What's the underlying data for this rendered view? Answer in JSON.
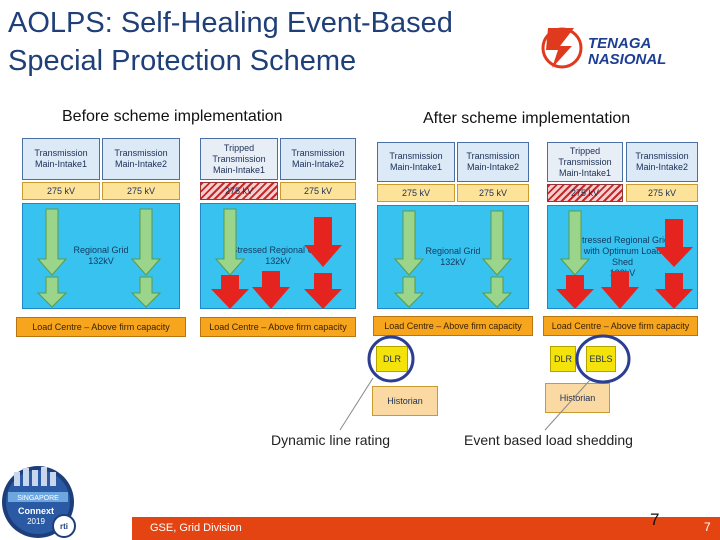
{
  "title": {
    "line1": "AOLPS: Self-Healing Event-Based",
    "line2": "Special Protection Scheme"
  },
  "logo": {
    "line1": "TENAGA",
    "line2": "NASIONAL",
    "icon": "tnb-logo-icon",
    "color": "#e03a1e"
  },
  "panels": {
    "before": {
      "heading": "Before scheme implementation"
    },
    "after": {
      "heading": "After scheme implementation"
    }
  },
  "diagrams": {
    "d1": {
      "intake1": "Transmission Main-Intake1",
      "intake2": "Transmission Main-Intake2",
      "kv1": "275 kV",
      "kv2": "275 kV",
      "grid": "Regional Grid",
      "grid_kv": "132kV",
      "load": "Load Centre – Above firm capacity"
    },
    "d2": {
      "intake1": "Tripped Transmission Main-Intake1",
      "intake2": "Transmission Main-Intake2",
      "kv1": "275 kV",
      "kv2": "275 kV",
      "grid": "Stressed Regional Grid",
      "grid_kv": "132kV",
      "load": "Load Centre – Above firm capacity"
    },
    "d3": {
      "intake1": "Transmission Main-Intake1",
      "intake2": "Transmission Main-Intake2",
      "kv1": "275 kV",
      "kv2": "275 kV",
      "grid": "Regional Grid",
      "grid_kv": "132kV",
      "load": "Load Centre – Above firm capacity",
      "ctl1": "DLR",
      "historian": "Historian"
    },
    "d4": {
      "intake1": "Tripped Transmission Main-Intake1",
      "intake2": "Transmission Main-Intake2",
      "kv1": "275 kV",
      "kv2": "275 kV",
      "grid": "Stressed Regional Grid with Optimum Load Shed",
      "grid_kv": "132kV",
      "load": "Load Centre – Above firm capacity",
      "ctl1": "DLR",
      "ctl2": "EBLS",
      "historian": "Historian"
    }
  },
  "captions": {
    "dlr": "Dynamic line rating",
    "ebls": "Event based load shedding"
  },
  "colors": {
    "normal_arrow": "#9bd48b",
    "stress_arrow": "#e52420",
    "grid": "#37c2f0",
    "load": "#f6a51d",
    "highlight_ring": "#2c3e91",
    "footer": "#e44412"
  },
  "badge": {
    "line1": "SINGAPORE",
    "line2": "Connext",
    "line3": "2019",
    "brand": "rti"
  },
  "footer": {
    "org": "GSE, Grid Division",
    "page": "7",
    "page_small": "7"
  }
}
